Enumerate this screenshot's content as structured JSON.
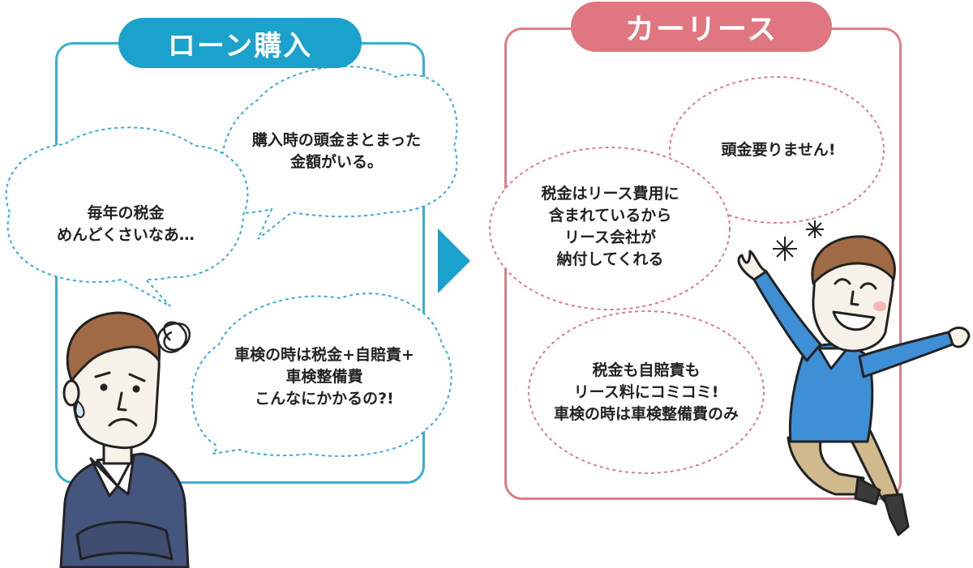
{
  "left_panel": {
    "title": "ローン購入",
    "bubbles": [
      {
        "text": "購入時の頭金まとまった\n金額がいる。"
      },
      {
        "text": "毎年の税金\nめんどくさいなあ…"
      },
      {
        "text": "車検の時は税金+自賠責+\n車検整備費\nこんなにかかるの?!"
      }
    ]
  },
  "right_panel": {
    "title": "カーリース",
    "bubbles": [
      {
        "text": "頭金要りません!"
      },
      {
        "text": "税金はリース費用に\n含まれているから\nリース会社が\n納付してくれる"
      },
      {
        "text": "税金も自賠責も\nリース料にコミコミ!\n車検の時は車検整備費のみ"
      }
    ]
  },
  "colors": {
    "left_accent": "#1aa2cc",
    "right_accent": "#e07780",
    "arrow": "#1aa2cc"
  }
}
